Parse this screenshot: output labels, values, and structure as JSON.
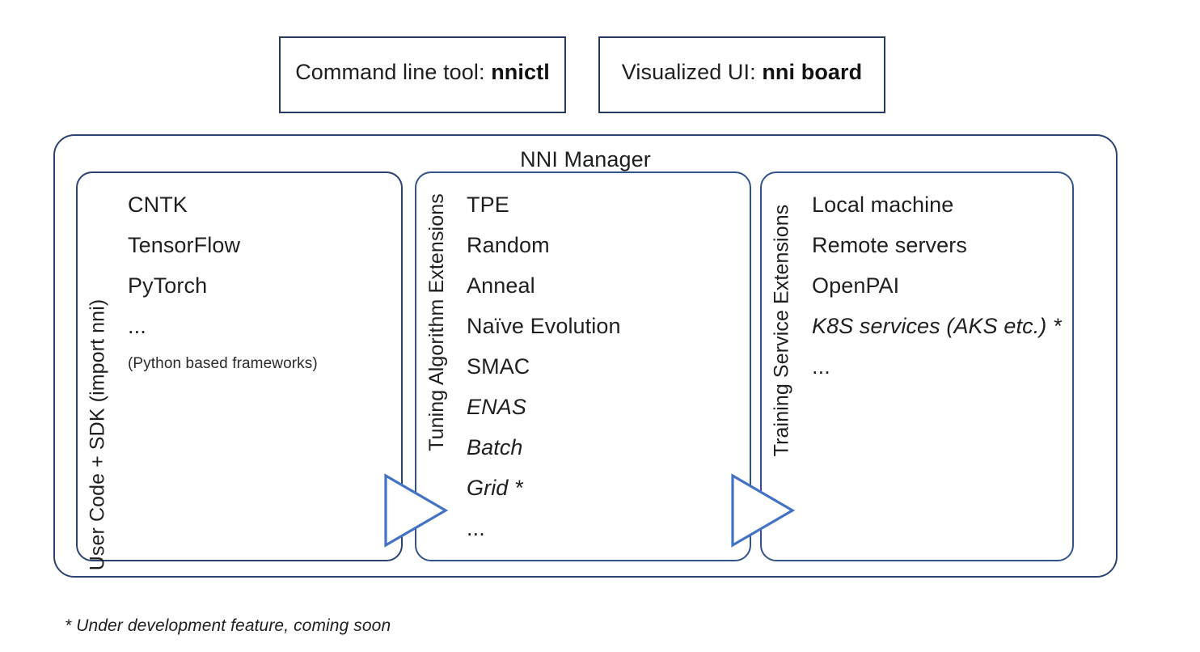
{
  "top_boxes": [
    {
      "prefix": "Command line tool: ",
      "strong": "nnictl"
    },
    {
      "prefix": "Visualized UI: ",
      "strong": "nni board"
    }
  ],
  "manager": {
    "title": "NNI Manager"
  },
  "panels": [
    {
      "id": "user",
      "side_label": "User Code + SDK (import nni)",
      "items": [
        {
          "text": "CNTK",
          "style": "normal"
        },
        {
          "text": "TensorFlow",
          "style": "normal"
        },
        {
          "text": "PyTorch",
          "style": "normal"
        },
        {
          "text": "...",
          "style": "dots"
        },
        {
          "text": "(Python based frameworks)",
          "style": "small"
        }
      ]
    },
    {
      "id": "tuning",
      "side_label": "Tuning Algorithm Extensions",
      "items": [
        {
          "text": "TPE",
          "style": "normal"
        },
        {
          "text": "Random",
          "style": "normal"
        },
        {
          "text": "Anneal",
          "style": "normal"
        },
        {
          "text": "Naïve Evolution",
          "style": "normal"
        },
        {
          "text": "SMAC",
          "style": "normal"
        },
        {
          "text": "ENAS",
          "style": "italic"
        },
        {
          "text": "Batch",
          "style": "italic"
        },
        {
          "text": "Grid *",
          "style": "italic"
        },
        {
          "text": "...",
          "style": "dots"
        }
      ]
    },
    {
      "id": "training",
      "side_label": "Training Service Extensions",
      "items": [
        {
          "text": "Local machine",
          "style": "normal"
        },
        {
          "text": "Remote servers",
          "style": "normal"
        },
        {
          "text": "OpenPAI",
          "style": "normal"
        },
        {
          "text": "K8S services (AKS etc.) *",
          "style": "italic"
        },
        {
          "text": "...",
          "style": "dots"
        }
      ]
    }
  ],
  "arrows": [
    {
      "name": "arrow-user-to-tuning"
    },
    {
      "name": "arrow-tuning-to-training"
    }
  ],
  "footnote": "* Under development feature, coming soon",
  "colors": {
    "box_border": "#253B63",
    "panel_border_dark": "#2B4370",
    "panel_border_blue": "#33538C",
    "arrow_stroke": "#4472C4",
    "text": "#1f1f1f",
    "background": "#ffffff"
  }
}
